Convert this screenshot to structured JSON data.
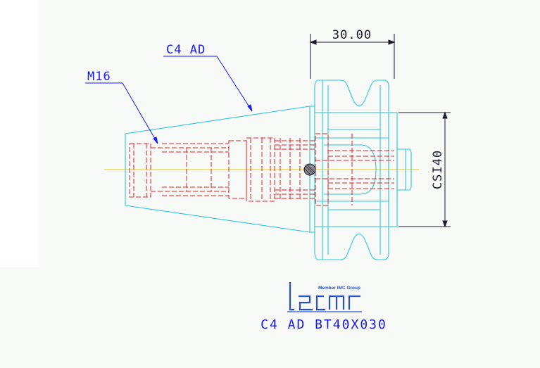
{
  "drawing": {
    "dimension_length": "30.00",
    "dimension_diameter": "CSI40",
    "callout_adapter": "C4 AD",
    "callout_thread": "M16"
  },
  "logo": {
    "tagline": "Member IMC Group",
    "brand": "iscar"
  },
  "caption": {
    "part_number": "C4 AD BT40X030"
  },
  "colors": {
    "background": "#f7faf6",
    "body_outline": "#2fc8d8",
    "hidden_lines": "#e0202a",
    "dimensions": "#1a1a2a",
    "callouts": "#1a1af0",
    "centerline": "#e8d21a",
    "logo": "#2a4fc8"
  }
}
